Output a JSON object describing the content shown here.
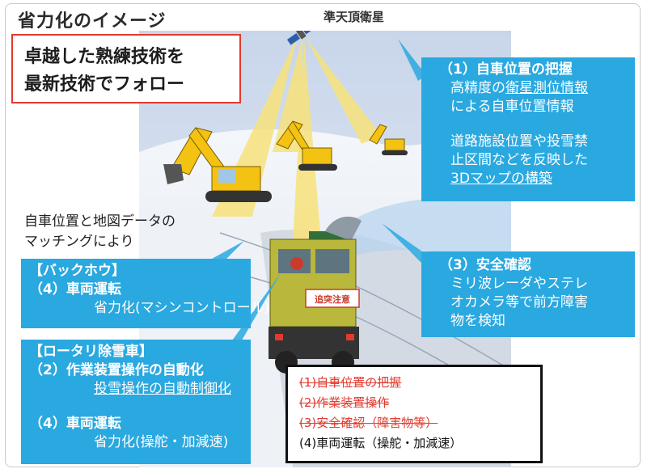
{
  "title": "省力化のイメージ",
  "headline": [
    "卓越した熟練技術を",
    "最新技術でフォロー"
  ],
  "satellite_label": "準天頂衛星",
  "matching_note": [
    "自車位置と地図データの",
    "マッチングにより"
  ],
  "box_position": {
    "heading": "（1）自車位置の把握",
    "line1_pre": "高精度の",
    "line1_link": "衛星測位情報",
    "line2": "による自車位置情報",
    "line3": "道路施設位置や投雪禁",
    "line4": "止区間などを反映した",
    "line5_link": "3Dマップの構築"
  },
  "box_safety": {
    "heading": "（3）安全確認",
    "line1": "ミリ波レーダやステレ",
    "line2": "オカメラ等で前方障害",
    "line3": "物を検知"
  },
  "box_backhoe": {
    "heading": "【バックホウ】",
    "item": "（4）車両運転",
    "detail": "省力化(マシンコントロール)"
  },
  "box_rotary": {
    "heading": "【ロータリ除雪車】",
    "item1": "（2）作業装置操作の自動化",
    "item1_detail": "投雪操作の自動制御化",
    "item2": "（4）車両運転",
    "item2_detail": "省力化(操舵・加減速)"
  },
  "truck_sign": "追突注意",
  "checklist": [
    {
      "text": "(1)自車位置の把握",
      "struck": true
    },
    {
      "text": "(2)作業装置操作",
      "struck": true
    },
    {
      "text": "(3)安全確認（障害物等）",
      "struck": true
    },
    {
      "text": "(4)車両運転（操舵・加減速）",
      "struck": false
    }
  ],
  "colors": {
    "accent_blue": "#2aa8e0",
    "alert_red": "#e23a2e",
    "beam_yellow": "#f7e27a",
    "machine_yellow": "#f3c212"
  }
}
